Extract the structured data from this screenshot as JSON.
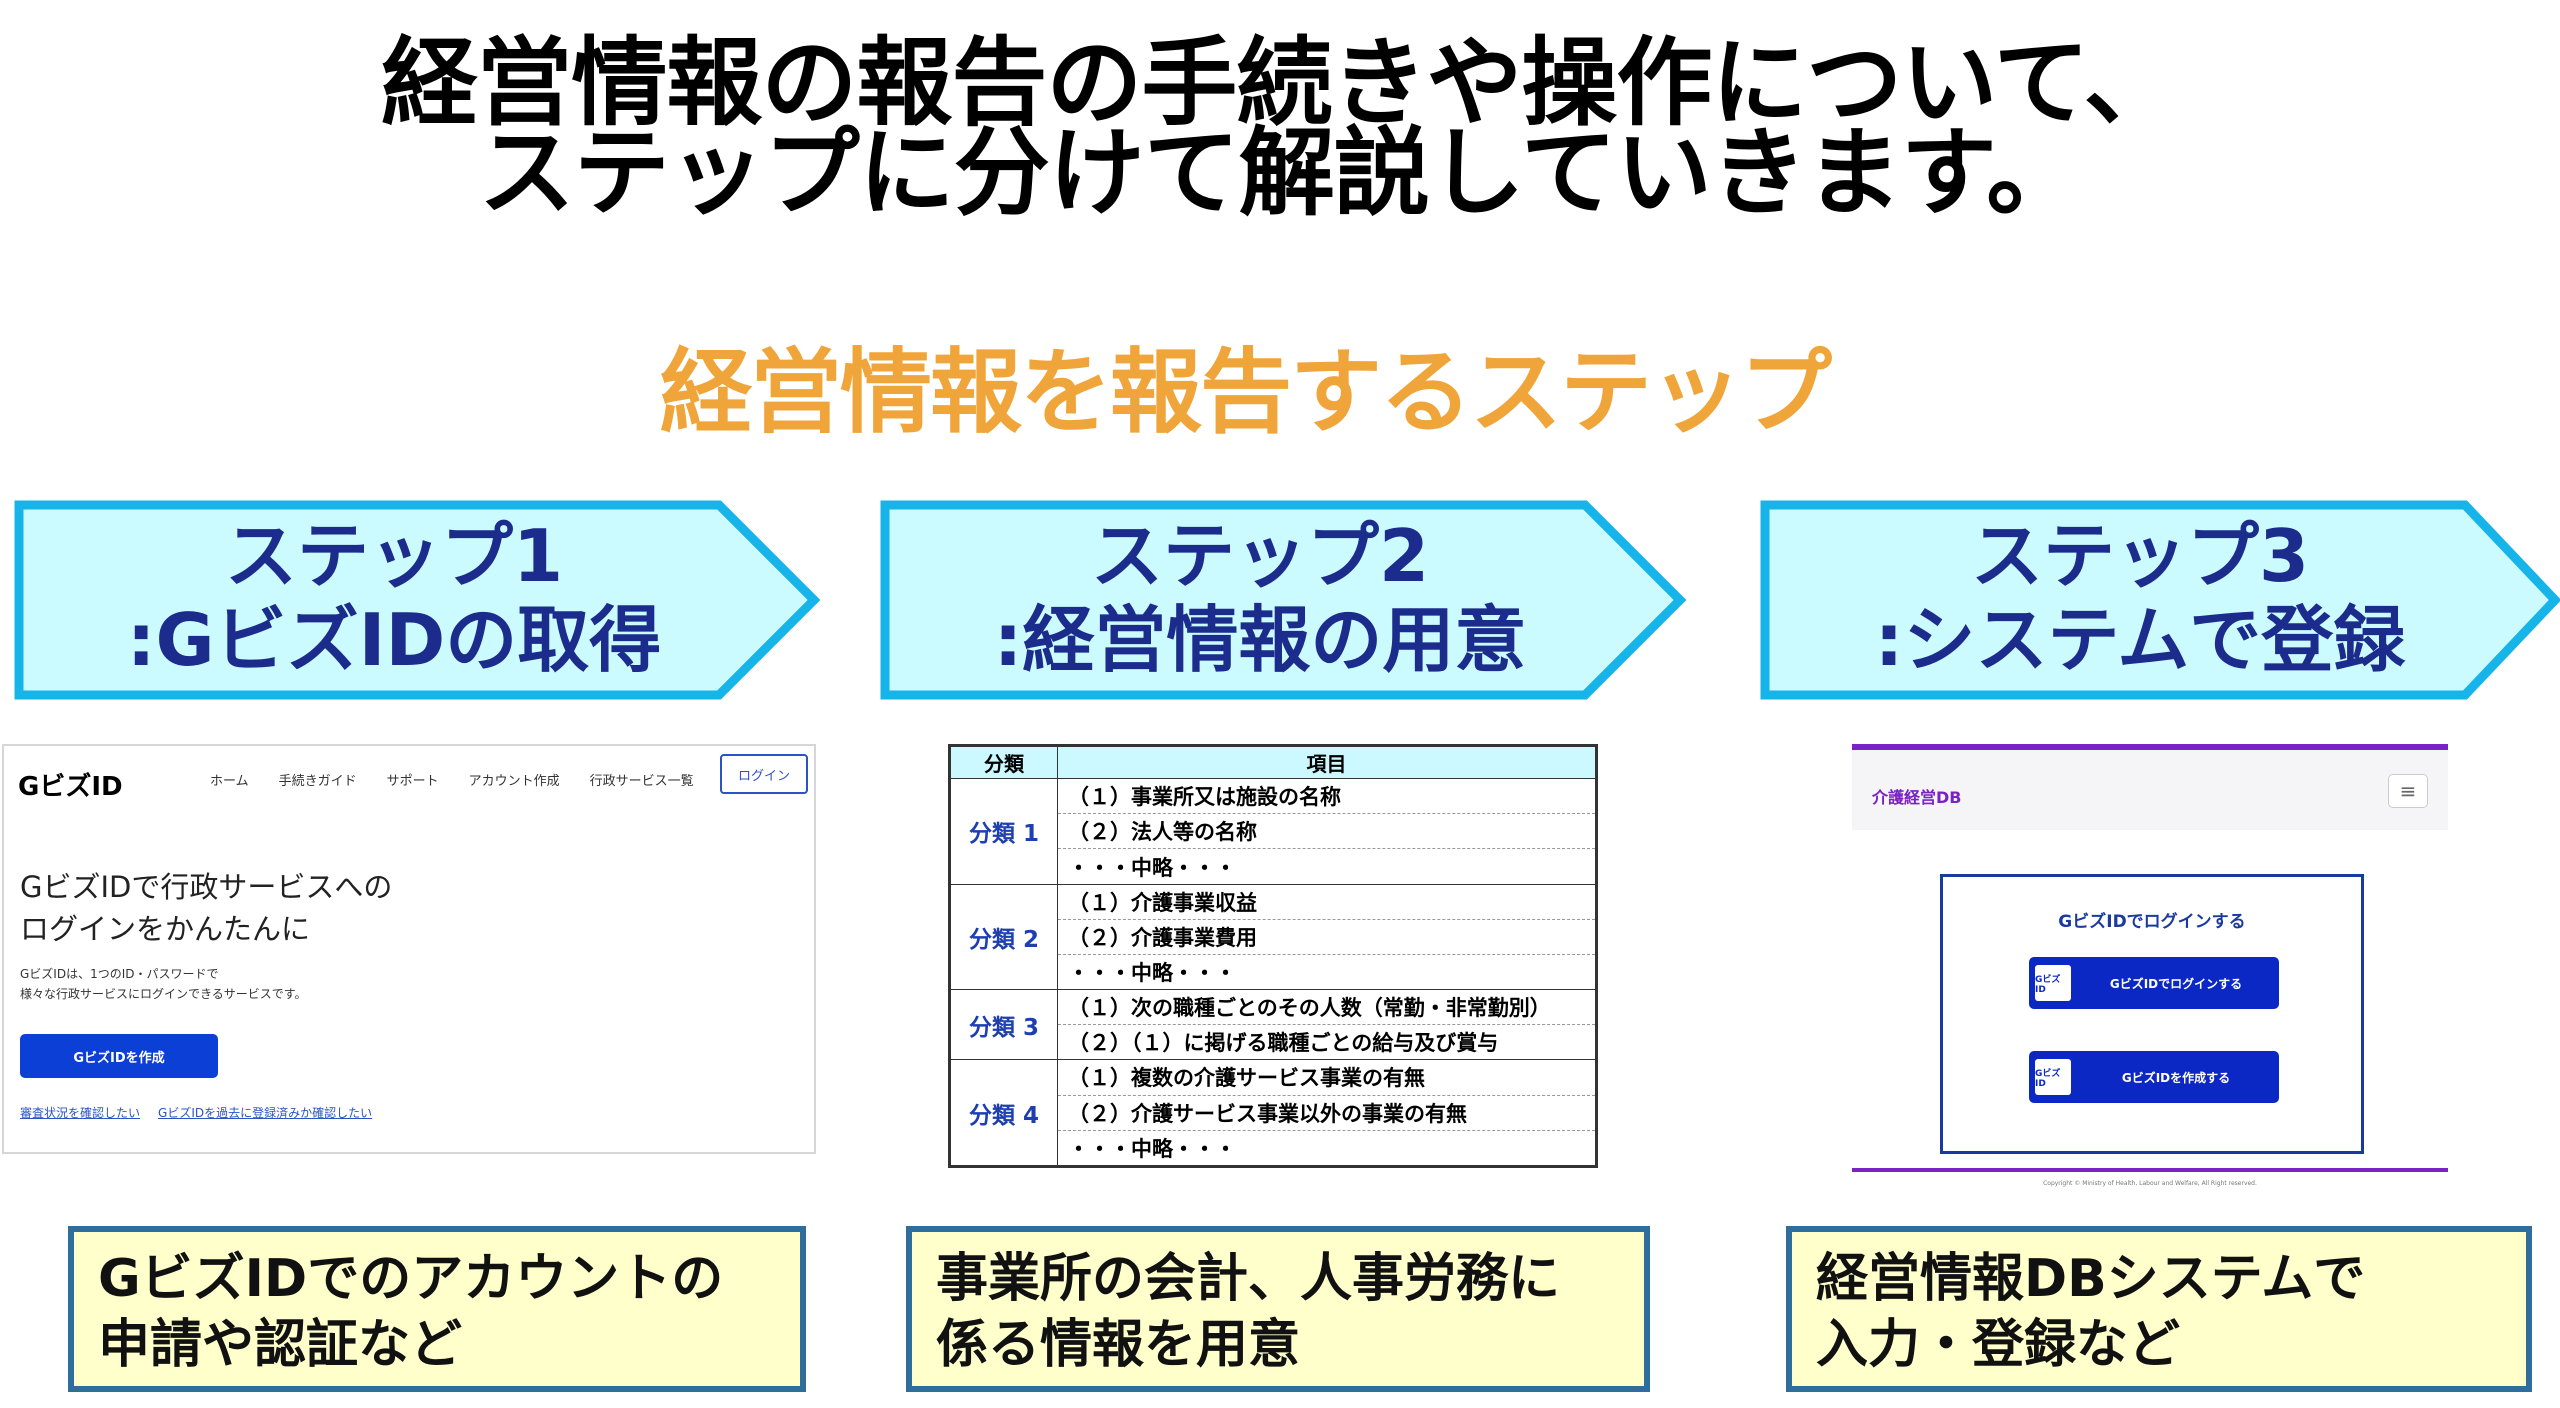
{
  "headline": {
    "line1": "経営情報の報告の手続きや操作について、",
    "line2": "ステップに分けて解説していきます。"
  },
  "subtitle": "経営情報を報告するステップ",
  "colors": {
    "subtitle": "#f0a53a",
    "arrow_fill": "#ccfbff",
    "arrow_stroke": "#16b4e8",
    "step_text": "#1b2c8c",
    "desc_fill": "#ffffcc",
    "desc_border": "#2f6d9c"
  },
  "steps": [
    {
      "line1": "ステップ1",
      "line2": ":GビズIDの取得",
      "desc1": "GビズIDでのアカウントの",
      "desc2": "申請や認証など"
    },
    {
      "line1": "ステップ2",
      "line2": ":経営情報の用意",
      "desc1": "事業所の会計、人事労務に",
      "desc2": "係る情報を用意"
    },
    {
      "line1": "ステップ3",
      "line2": ":システムで登録",
      "desc1": "経営情報DBシステムで",
      "desc2": "入力・登録など"
    }
  ],
  "gbiz": {
    "logo": "GビズID",
    "nav": [
      "ホーム",
      "手続きガイド",
      "サポート",
      "アカウント作成",
      "行政サービス一覧"
    ],
    "login": "ログイン",
    "hero1": "GビズIDで行政サービスへの",
    "hero2": "ログインをかんたんに",
    "small1": "GビズIDは、1つのID・パスワードで",
    "small2": "様々な行政サービスにログインできるサービスです。",
    "create": "GビズIDを作成",
    "link1": "審査状況を確認したい",
    "link2": "GビズIDを過去に登録済みか確認したい"
  },
  "table": {
    "header_cat": "分類",
    "header_item": "項目",
    "groups": [
      {
        "cat": "分類 1",
        "items": [
          "（１）事業所又は施設の名称",
          "（２）法人等の名称",
          "・・・中略・・・"
        ]
      },
      {
        "cat": "分類 2",
        "items": [
          "（１）介護事業収益",
          "（２）介護事業費用",
          "・・・中略・・・"
        ]
      },
      {
        "cat": "分類 3",
        "items": [
          "（１）次の職種ごとのその人数（常勤・非常勤別）",
          "（２）（１）に掲げる職種ごとの給与及び賞与"
        ]
      },
      {
        "cat": "分類 4",
        "items": [
          "（１）複数の介護サービス事業の有無",
          "（２）介護サービス事業以外の事業の有無",
          "・・・中略・・・"
        ]
      }
    ]
  },
  "kaigo": {
    "brand": "介護経営DB",
    "menu_icon": "≡",
    "card_title": "GビズIDでログインする",
    "badge": "GビズID",
    "btn_login": "GビズIDでログインする",
    "btn_create": "GビズIDを作成する",
    "copyright": "Copyright © Ministry of Health, Labour and Welfare, All Right reserved."
  }
}
